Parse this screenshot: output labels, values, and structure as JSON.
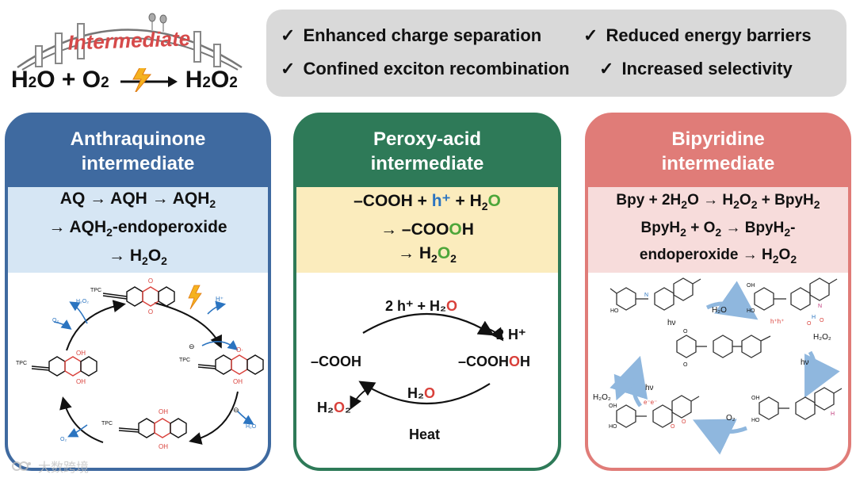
{
  "header": {
    "bridge_label": "Intermediate",
    "equation": {
      "left": "H",
      "left_sub": "2",
      "left_rest": "O + O",
      "left_sub2": "2",
      "right": "H",
      "right_sub": "2",
      "right_rest": "O",
      "right_sub2": "2"
    }
  },
  "features": [
    {
      "check": "✓",
      "label": "Enhanced charge separation"
    },
    {
      "check": "✓",
      "label": "Reduced energy barriers"
    },
    {
      "check": "✓",
      "label": "Confined exciton recombination"
    },
    {
      "check": "✓",
      "label": "Increased selectivity"
    }
  ],
  "panels": {
    "anthraquinone": {
      "title_line1": "Anthraquinone",
      "title_line2": "intermediate",
      "eq": {
        "l1_a": "AQ → AQH → AQH",
        "l1_sub": "2",
        "l2_a": "→ AQH",
        "l2_sub": "2",
        "l2_b": "-endoperoxide",
        "l3_a": "→ H",
        "l3_sub": "2",
        "l3_b": "O",
        "l3_sub2": "2"
      },
      "diagram": {
        "tpc": "TPC",
        "h2o2": "H₂O₂",
        "o2_left": "O₂",
        "o2_bottom": "O₂",
        "h_plus": "H⁺",
        "h2o": "H₂O",
        "oh": "OH",
        "o_dot": "O·",
        "minus": "⊖"
      }
    },
    "peroxy": {
      "title_line1": "Peroxy-acid",
      "title_line2": "intermediate",
      "eq": {
        "l1_a": "–COOH + ",
        "l1_h": "h⁺",
        "l1_b": " + H",
        "l1_sub": "2",
        "l1_o": "O",
        "l2_a": "→ –COO",
        "l2_o": "O",
        "l2_b": "H",
        "l3_a": "→ H",
        "l3_sub": "2",
        "l3_o": "O",
        "l3_sub2": "2"
      },
      "cycle": {
        "top_a": "2 h⁺ + H",
        "top_sub": "₂",
        "top_o": "O",
        "right_out": "2 H⁺",
        "left": "–COOH",
        "right_a": "–COOH",
        "right_o": "O",
        "right_b": "H",
        "center_a": "H",
        "center_sub": "₂",
        "center_o": "O",
        "product_a": "H",
        "product_sub": "₂",
        "product_o": "O",
        "product_sub2": "₂",
        "bottom": "Heat"
      }
    },
    "bipyridine": {
      "title_line1": "Bipyridine",
      "title_line2": "intermediate",
      "eq": {
        "l1": "Bpy + 2H",
        "l1_sub": "2",
        "l1_b": "O → H",
        "l1_sub2": "2",
        "l1_c": "O",
        "l1_sub3": "2",
        "l1_d": " + BpyH",
        "l1_sub4": "2",
        "l2_a": "BpyH",
        "l2_sub": "2",
        "l2_b": " + O",
        "l2_sub2": "2",
        "l2_c": " → BpyH",
        "l2_sub3": "2",
        "l2_d": "-",
        "l3_a": "endoperoxide → H",
        "l3_sub": "2",
        "l3_b": "O",
        "l3_sub2": "2"
      },
      "diagram": {
        "h2o": "H₂O",
        "hv1": "hν",
        "hv2": "hν",
        "hv3": "hν",
        "h2o2_right": "H₂O₂",
        "h2o2_left": "H₂O₂",
        "o2": "O₂",
        "holes": "h⁺h⁺",
        "electrons": "e⁻e⁻",
        "ho": "HO",
        "oh": "OH",
        "o": "O",
        "n": "N",
        "h": "H"
      }
    }
  },
  "watermark": "大数跨境",
  "colors": {
    "blue_panel": "#3f6aa0",
    "green_panel": "#2e7a58",
    "red_panel": "#e07c78",
    "accent_red": "#d9413b",
    "accent_green": "#4da63a",
    "accent_blue": "#2b74c0",
    "feature_bg": "#d9d9d9"
  }
}
